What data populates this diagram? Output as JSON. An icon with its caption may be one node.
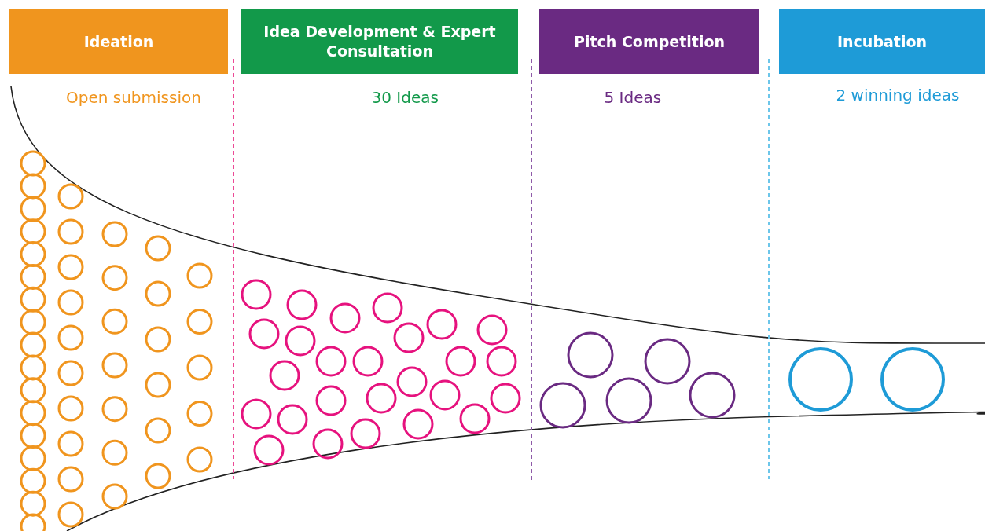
{
  "diagram": {
    "nodes": [
      {
        "text": [
          "Ideation"
        ],
        "beside": [
          "Open submission"
        ]
      },
      {
        "text": [
          "Idea Development & Expert Consultation"
        ],
        "beside": [
          "30 Ideas"
        ]
      },
      {
        "text": [
          "Pitch Competition"
        ],
        "beside": [
          "5 Ideas"
        ]
      },
      {
        "text": [
          "Incubation"
        ],
        "beside": [
          "2 winning ideas"
        ]
      }
    ]
  }
}
